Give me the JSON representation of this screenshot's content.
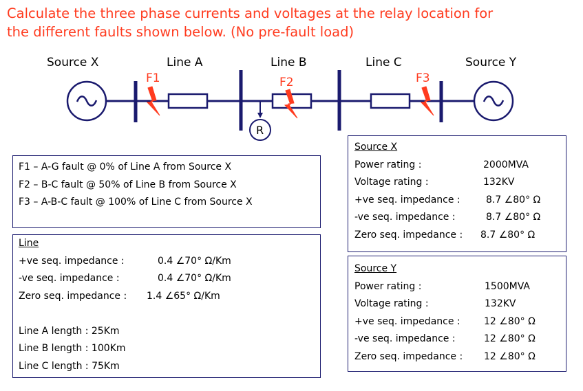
{
  "title": {
    "line1": "Calculate the three phase currents and voltages at the relay location for",
    "line2": "the different faults shown below. (No pre-fault load)"
  },
  "diagram": {
    "source_x_label": "Source X",
    "source_y_label": "Source Y",
    "line_a_label": "Line A",
    "line_b_label": "Line B",
    "line_c_label": "Line C",
    "f1_label": "F1",
    "f2_label": "F2",
    "f3_label": "F3",
    "relay_label": "R"
  },
  "faults": [
    "F1 – A-G fault @ 0% of Line A from Source X",
    "F2 – B-C fault @ 50% of Line B from Source X",
    "F3 – A-B-C fault @ 100% of Line C from Source X"
  ],
  "line": {
    "heading": "Line",
    "pos_seq_label": "+ve seq. impedance :",
    "pos_seq_value": "0.4 ∠70° Ω/Km",
    "neg_seq_label": "-ve seq. impedance :",
    "neg_seq_value": "0.4 ∠70° Ω/Km",
    "zero_seq_label": "Zero seq. impedance :",
    "zero_seq_value": "1.4 ∠65° Ω/Km",
    "line_a_length": "Line A length : 25Km",
    "line_b_length": "Line B length : 100Km",
    "line_c_length": "Line C length : 75Km"
  },
  "source_x": {
    "heading": "Source X",
    "power_label": "Power rating :",
    "power_value": "2000MVA",
    "voltage_label": "Voltage rating :",
    "voltage_value": "132KV",
    "pos_seq_label": "+ve seq. impedance :",
    "pos_seq_value": "8.7 ∠80° Ω",
    "neg_seq_label": "-ve seq. impedance :",
    "neg_seq_value": "8.7 ∠80° Ω",
    "zero_seq_label": "Zero seq. impedance :",
    "zero_seq_value": "8.7 ∠80° Ω"
  },
  "source_y": {
    "heading": "Source Y",
    "power_label": "Power rating :",
    "power_value": "1500MVA",
    "voltage_label": "Voltage rating :",
    "voltage_value": "132KV",
    "pos_seq_label": "+ve seq. impedance :",
    "pos_seq_value": "12 ∠80° Ω",
    "neg_seq_label": "-ve seq. impedance :",
    "neg_seq_value": "12 ∠80° Ω",
    "zero_seq_label": "Zero seq. impedance :",
    "zero_seq_value": "12 ∠80° Ω"
  },
  "colors": {
    "title": "#ff3b1f",
    "line": "#1a1a6e",
    "fault_bolt": "#ff3b1f"
  }
}
